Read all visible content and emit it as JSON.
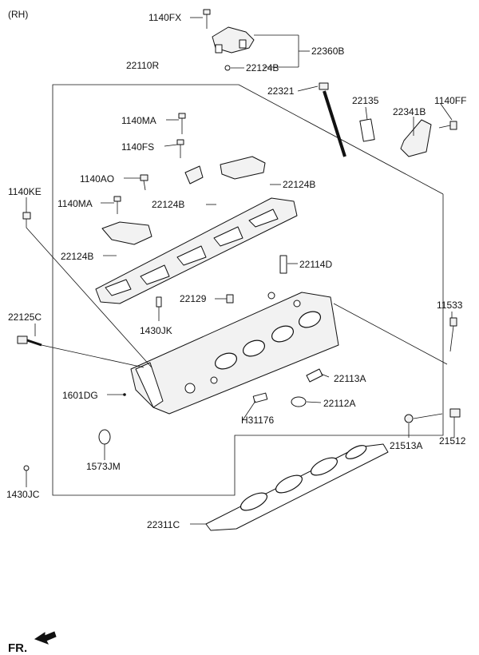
{
  "diagram": {
    "variant_label": "(RH)",
    "front_label": "FR.",
    "callouts": {
      "c1140FX": "1140FX",
      "c22360B": "22360B",
      "c22124B_top": "22124B",
      "c22110R": "22110R",
      "c22321": "22321",
      "c22135": "22135",
      "c22341B": "22341B",
      "c1140FF": "1140FF",
      "c1140MA_a": "1140MA",
      "c1140FS": "1140FS",
      "c1140AO": "1140AO",
      "c1140KE": "1140KE",
      "c1140MA_b": "1140MA",
      "c22124B_mid_right": "22124B",
      "c22124B_mid": "22124B",
      "c22124B_left": "22124B",
      "c22114D": "22114D",
      "c22129": "22129",
      "c1430JK": "1430JK",
      "c11533": "11533",
      "c22125C": "22125C",
      "c22113A": "22113A",
      "c1601DG": "1601DG",
      "c22112A": "22112A",
      "cH31176": "H31176",
      "c21513A": "21513A",
      "c21512": "21512",
      "c1573JM": "1573JM",
      "c1430JC": "1430JC",
      "c22311C": "22311C"
    },
    "icons": {
      "front_arrow": "arrow-front-icon"
    }
  }
}
